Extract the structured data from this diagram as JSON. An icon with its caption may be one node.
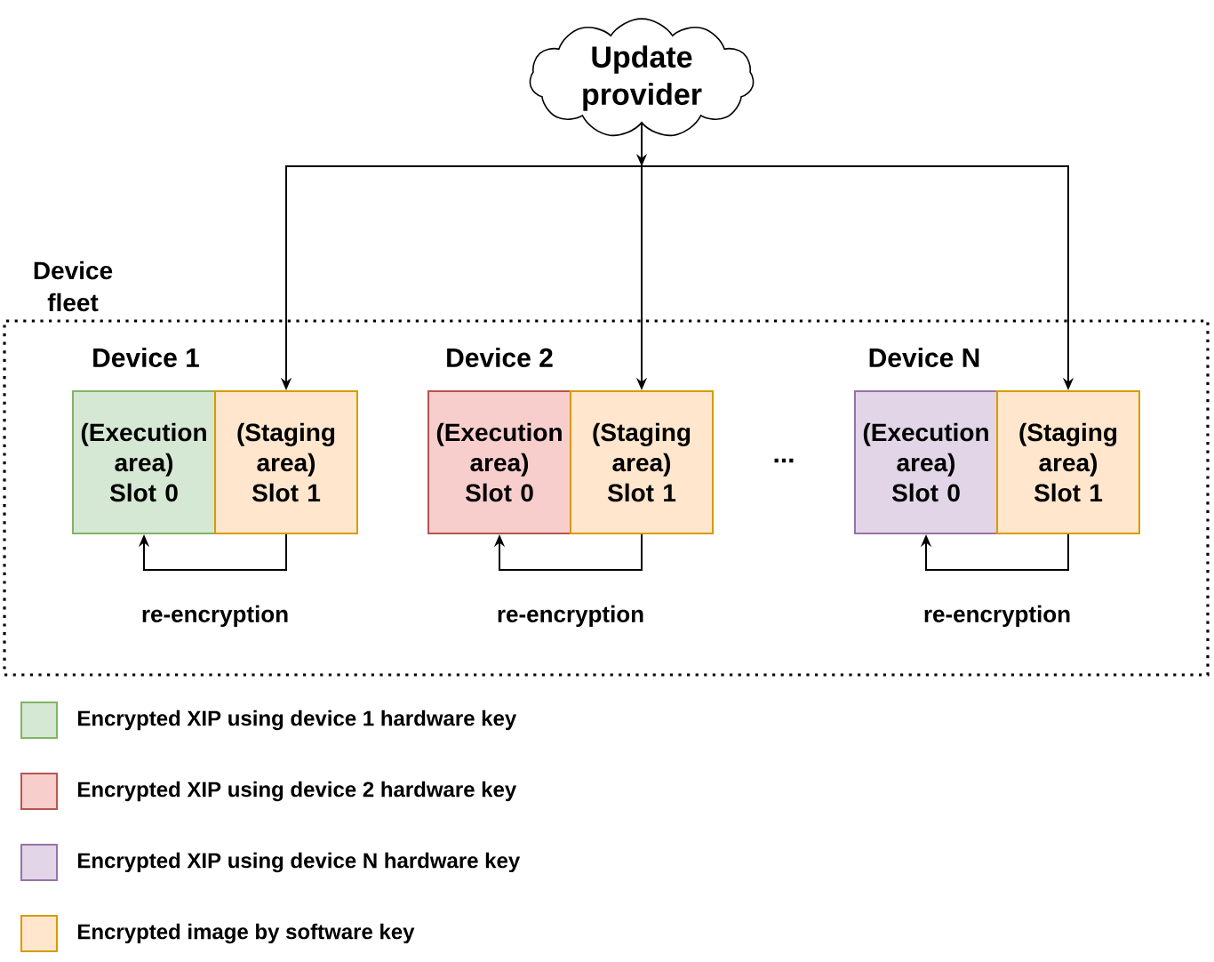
{
  "diagram": {
    "nodes": [
      {
        "text": [
          "Update provider"
        ]
      },
      {
        "text": [
          "Device fleet"
        ]
      },
      {
        "text": [
          "(Execution area)",
          "Slot 0"
        ],
        "in": 1
      },
      {
        "text": [
          "(Staging area)",
          "Slot 1"
        ],
        "in": 1
      },
      {
        "text": [
          "(Execution area)",
          "Slot 0"
        ],
        "in": 1
      },
      {
        "text": [
          "(Staging area)",
          "Slot 1"
        ],
        "in": 1
      },
      {
        "text": [
          "(Execution area)",
          "Slot 0"
        ],
        "in": 1
      },
      {
        "text": [
          "(Staging area)",
          "Slot 1"
        ],
        "in": 1
      }
    ],
    "edges": [
      {
        "from": 0,
        "to": 3,
        "arrow": "to"
      },
      {
        "from": 0,
        "to": 5,
        "arrow": "to"
      },
      {
        "from": 0,
        "to": 7,
        "arrow": "to"
      },
      {
        "from": 3,
        "to": 2,
        "arrow": "to",
        "label": "re-encryption"
      },
      {
        "from": 5,
        "to": 4,
        "arrow": "to",
        "label": "re-encryption"
      },
      {
        "from": 7,
        "to": 6,
        "arrow": "to",
        "label": "re-encryption"
      }
    ],
    "labels": [
      "Device 1",
      "Device 2",
      "Device N",
      "..."
    ],
    "legend": [
      {
        "text": "Encrypted XIP using device 1 hardware key",
        "color": "#d5e8d4"
      },
      {
        "text": "Encrypted XIP using device 2 hardware key",
        "color": "#f8cecc"
      },
      {
        "text": "Encrypted XIP using device N hardware key",
        "color": "#e1d5e7"
      },
      {
        "text": "Encrypted image by software key",
        "color": "#ffe6cc"
      }
    ]
  }
}
